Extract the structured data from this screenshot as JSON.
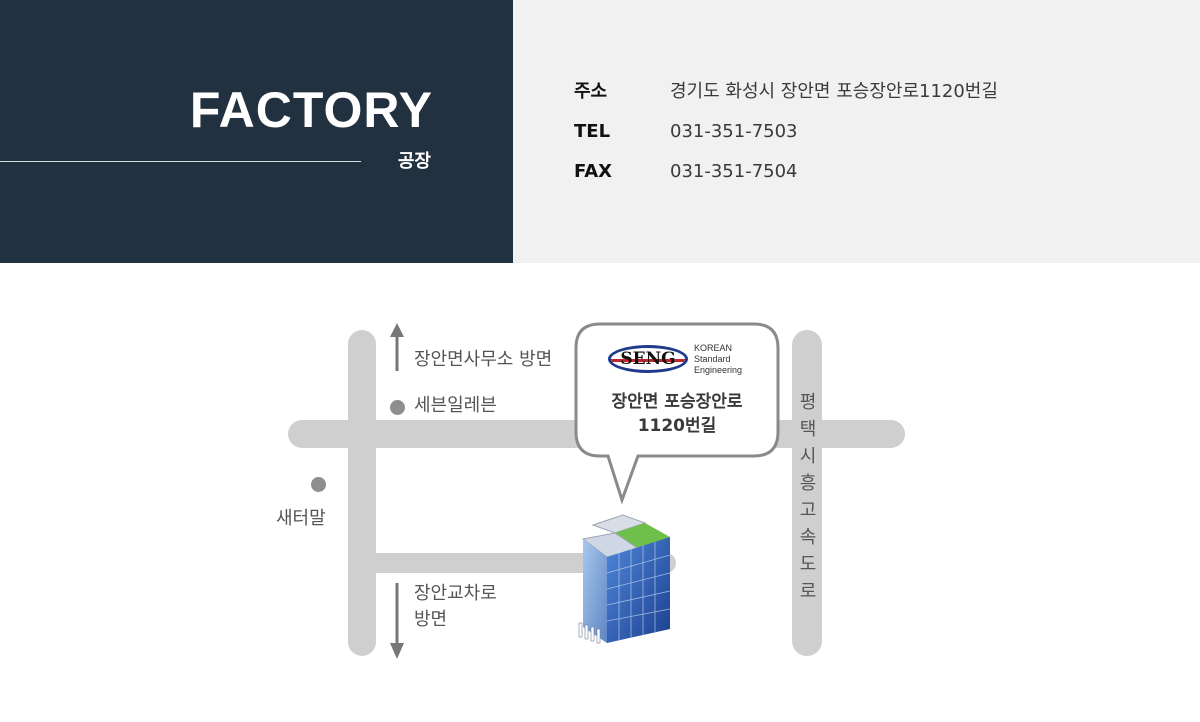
{
  "header": {
    "title": "FACTORY",
    "subtitle": "공장"
  },
  "info": {
    "address_label": "주소",
    "address_value": "경기도 화성시 장안면 포승장안로1120번길",
    "tel_label": "TEL",
    "tel_value": "031-351-7503",
    "fax_label": "FAX",
    "fax_value": "031-351-7504"
  },
  "map": {
    "arrow_up_label": "장안면사무소 방면",
    "landmark_seven": "세븐일레븐",
    "landmark_saetomal": "새터말",
    "arrow_down_label_line1": "장안교차로",
    "arrow_down_label_line2": "방면",
    "highway_chars": [
      "평",
      "택",
      "시",
      "흥",
      "고",
      "속",
      "도",
      "로"
    ],
    "callout_line1": "장안면 포승장안로",
    "callout_line2": "1120번길",
    "logo": {
      "word": "SENG",
      "line1": "KOREAN",
      "line2": "Standard",
      "line3": "Engineering"
    }
  },
  "colors": {
    "header_dark": "#22313f",
    "info_bg": "#f1f1f1",
    "road": "#cfcfcf",
    "logo_blue": "#1f3a8a",
    "logo_red": "#c0262d"
  }
}
